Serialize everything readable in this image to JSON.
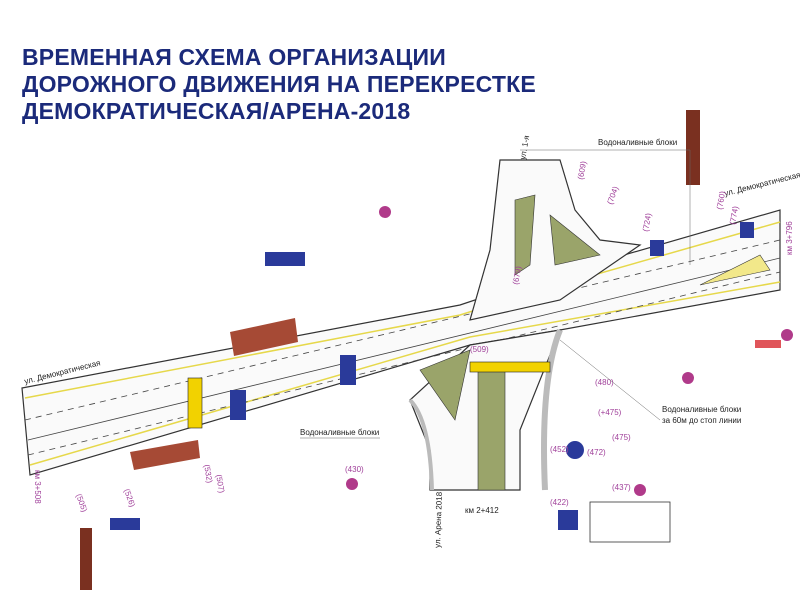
{
  "title": {
    "line1": "ВРЕМЕННАЯ СХЕМА ОРГАНИЗАЦИИ",
    "line2": "ДОРОЖНОГО ДВИЖЕНИЯ НА ПЕРЕКРЕСТКЕ",
    "line3": "ДЕМОКРАТИЧЕСКАЯ/АРЕНА-2018"
  },
  "streets": {
    "left": "ул. Демократическая",
    "right": "ул. Демократическая",
    "north": "ул. 1-я",
    "south": "ул. Арена 2018"
  },
  "notes": {
    "water_blocks_top": "Водоналивные блоки",
    "water_blocks_left": "Водоналивные блоки",
    "water_blocks_right_1": "Водоналивные блоки",
    "water_blocks_right_2": "за 60м до стоп линии"
  },
  "chainage": {
    "south": "км 2+412",
    "east": "км 3+796",
    "west": "км 3+508"
  },
  "sign_refs": [
    "(480)",
    "(+475)",
    "(475)",
    "(452)",
    "(472)",
    "(437)",
    "(422)",
    "(430)",
    "(724)",
    "(774)",
    "(760)",
    "(704)",
    "(609)",
    "(679)",
    "(505)",
    "(526)",
    "(532)",
    "(507)",
    "(509)"
  ],
  "colors": {
    "title": "#1b2a7a",
    "road": "#ffffff",
    "median": "#9aa46a",
    "sign_blue": "#2a3a9a",
    "brown": "#a64a35",
    "crosswalk": "#f2d200"
  }
}
